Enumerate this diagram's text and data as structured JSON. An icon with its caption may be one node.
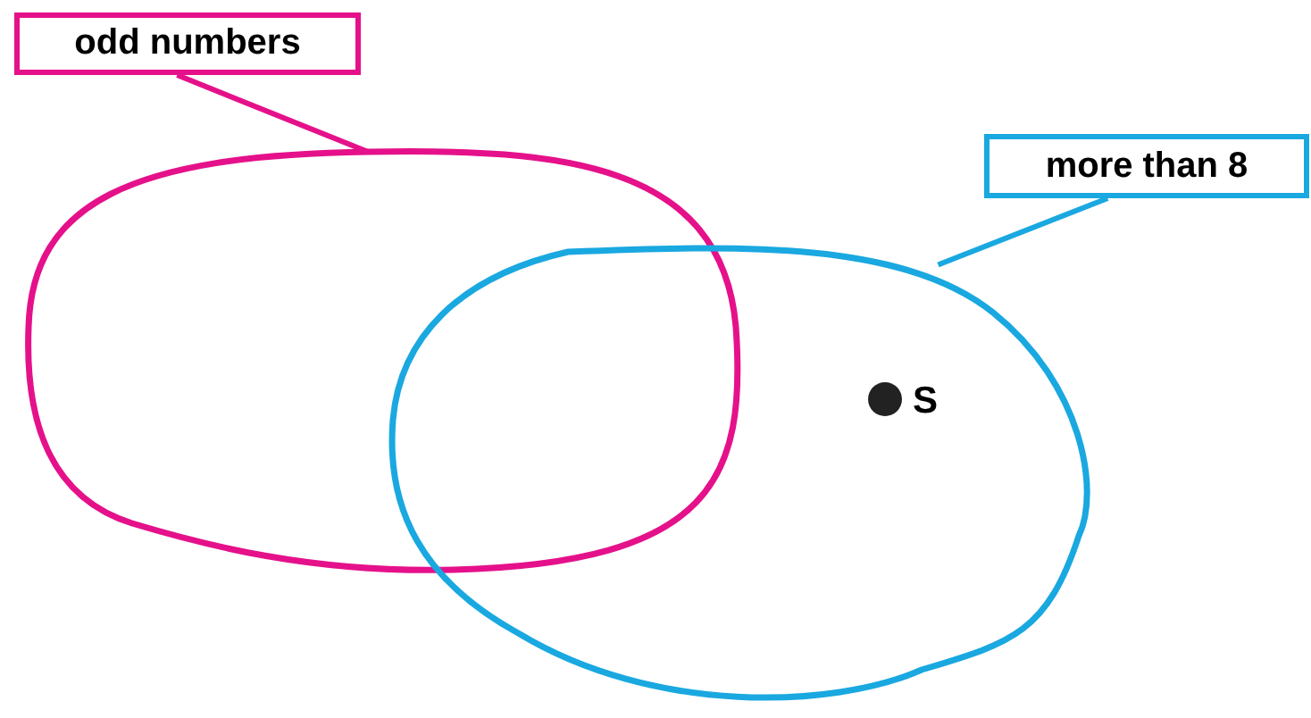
{
  "diagram": {
    "nodes": [
      {
        "text": [
          "odd numbers"
        ]
      },
      {
        "text": [],
        "shape": "loop"
      },
      {
        "text": [
          "more than 8"
        ]
      },
      {
        "text": [],
        "shape": "loop"
      },
      {
        "text": [],
        "shape": "dot",
        "in": 3,
        "beside": [
          "S"
        ]
      }
    ],
    "edges": [
      {
        "from": 0,
        "to": 1,
        "arrow": "none",
        "color": "#e5118a"
      },
      {
        "from": 2,
        "to": 3,
        "arrow": "none",
        "color": "#1aa8e0"
      }
    ]
  }
}
